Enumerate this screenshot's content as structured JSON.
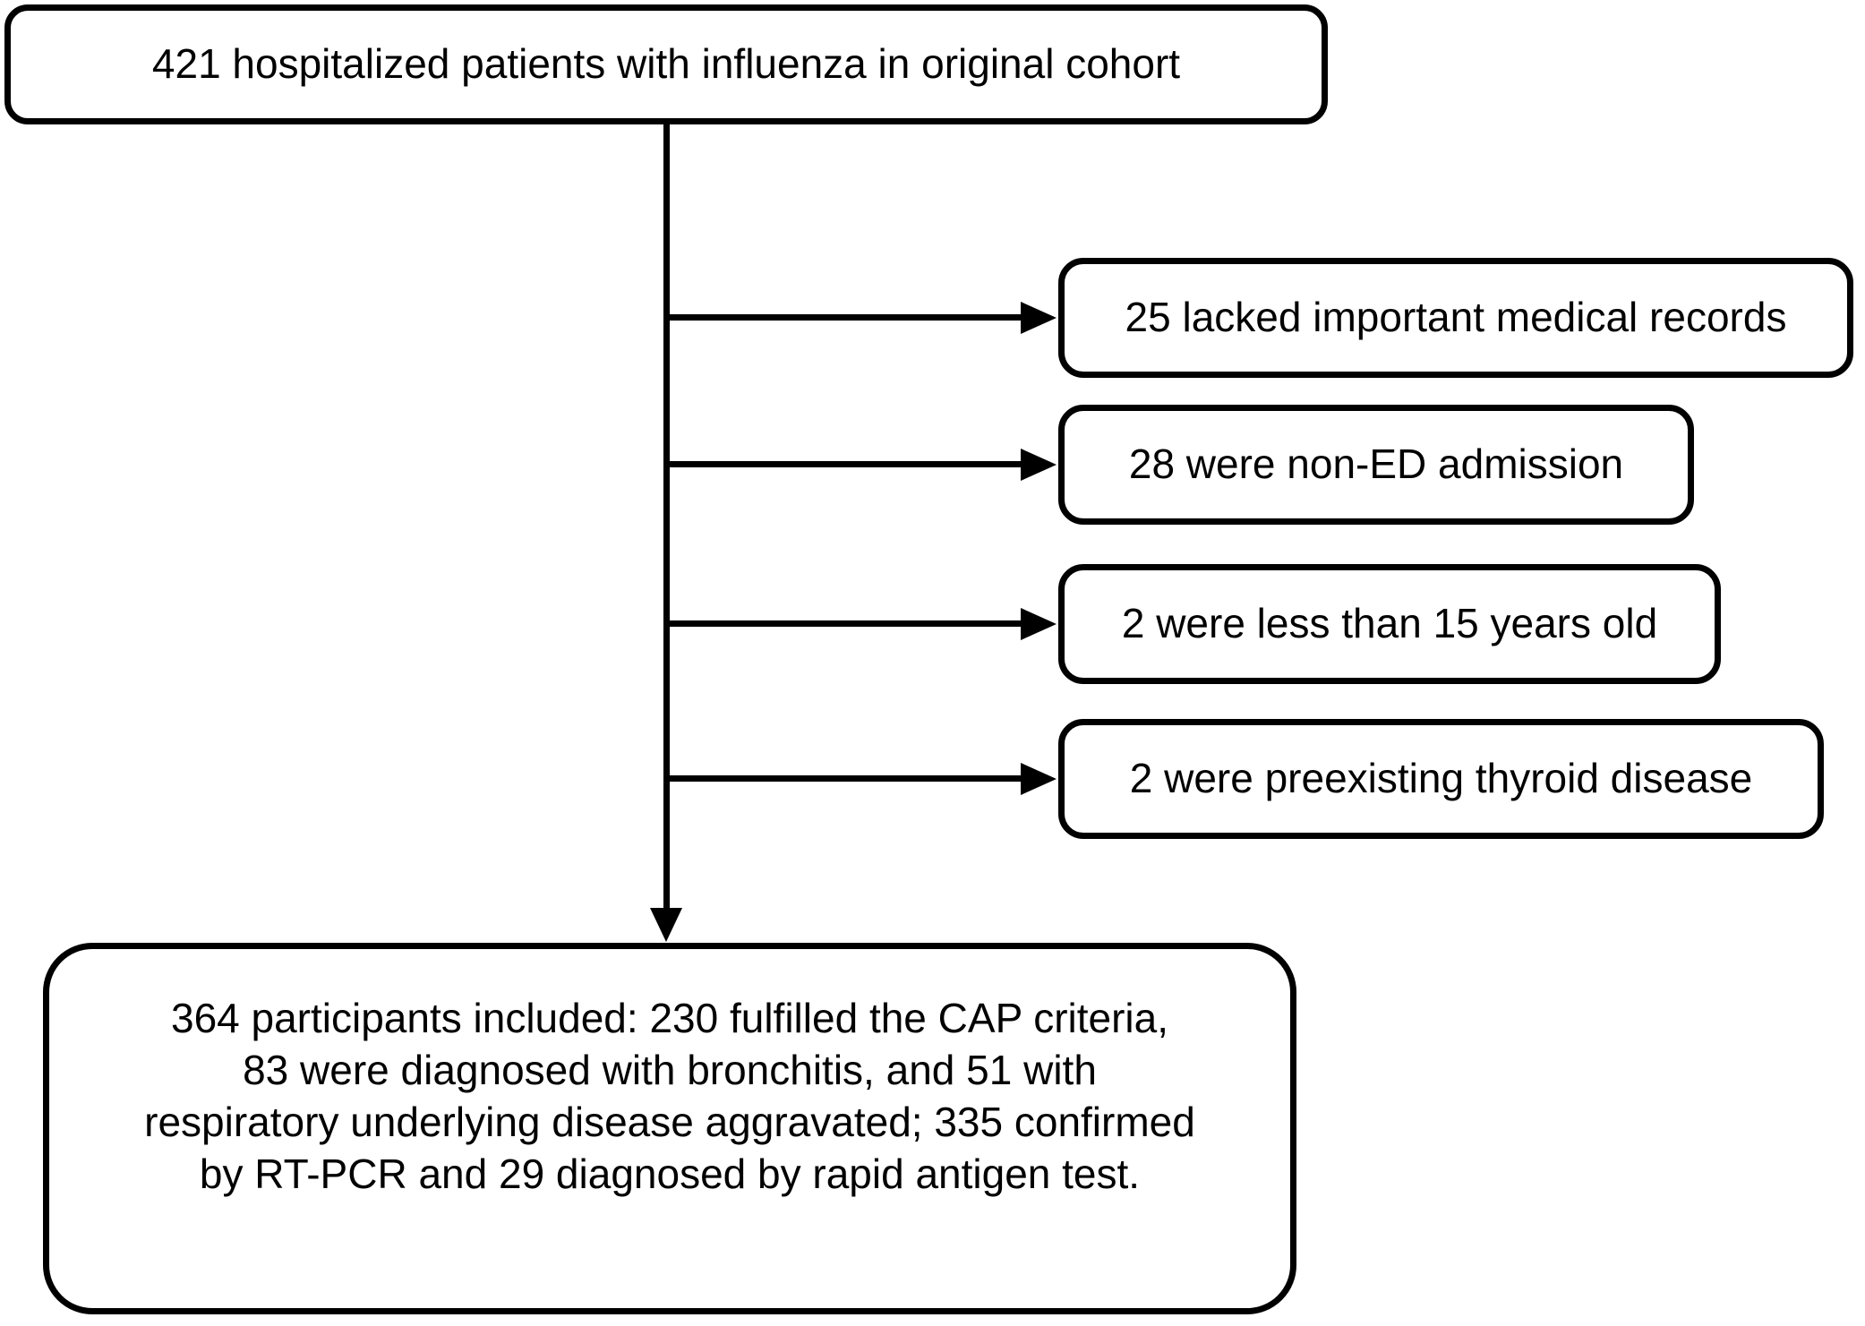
{
  "diagram": {
    "top_box": {
      "text": "421 hospitalized patients with influenza in original cohort"
    },
    "exclusion_boxes": [
      {
        "text": "25 lacked important medical records"
      },
      {
        "text": "28 were non-ED admission"
      },
      {
        "text": "2 were less than 15 years old"
      },
      {
        "text": "2 were preexisting thyroid disease"
      }
    ],
    "bottom_box": {
      "lines": [
        "364 participants included: 230 fulfilled the CAP criteria,",
        "83 were diagnosed with bronchitis, and 51 with",
        "respiratory underlying disease aggravated; 335 confirmed",
        "by RT-PCR and 29 diagnosed by rapid antigen test."
      ]
    },
    "colors": {
      "line": "#000000",
      "background": "#ffffff",
      "text": "#000000"
    }
  }
}
